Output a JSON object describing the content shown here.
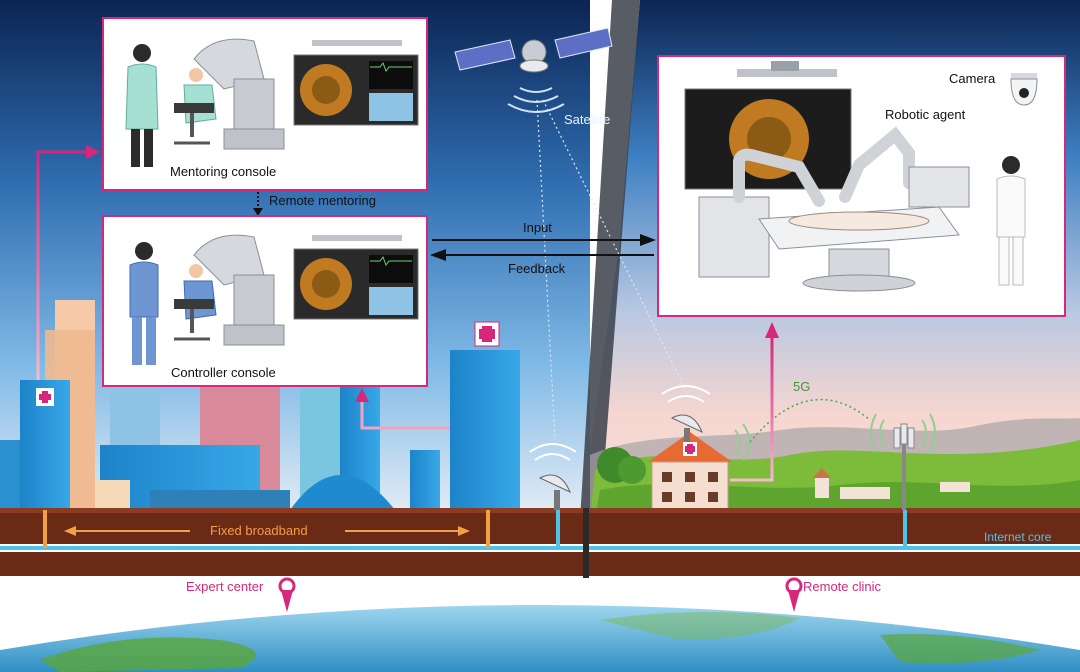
{
  "labels": {
    "mentoring_console": "Mentoring console",
    "remote_mentoring": "Remote mentoring",
    "controller_console": "Controller console",
    "satellite": "Satellite",
    "input": "Input",
    "feedback": "Feedback",
    "camera": "Camera",
    "robotic_agent": "Robotic agent",
    "five_g": "5G",
    "fixed_broadband": "Fixed broadband",
    "internet_core": "Internet core",
    "expert_center": "Expert center",
    "remote_clinic": "Remote clinic"
  },
  "colors": {
    "magenta": "#d6277a",
    "broadband_orange": "#f0a046",
    "fiber_blue": "#4fc3e6",
    "fiveg_green": "#4aa84a",
    "sky_top": "#0b2452",
    "sky_mid": "#3d7fc2",
    "ground_brown": "#6b2a16"
  },
  "icons": [
    "hospital-cross-icon",
    "satellite-icon",
    "satellite-dish-icon",
    "cell-tower-icon",
    "camera-icon",
    "location-pin-icon"
  ]
}
